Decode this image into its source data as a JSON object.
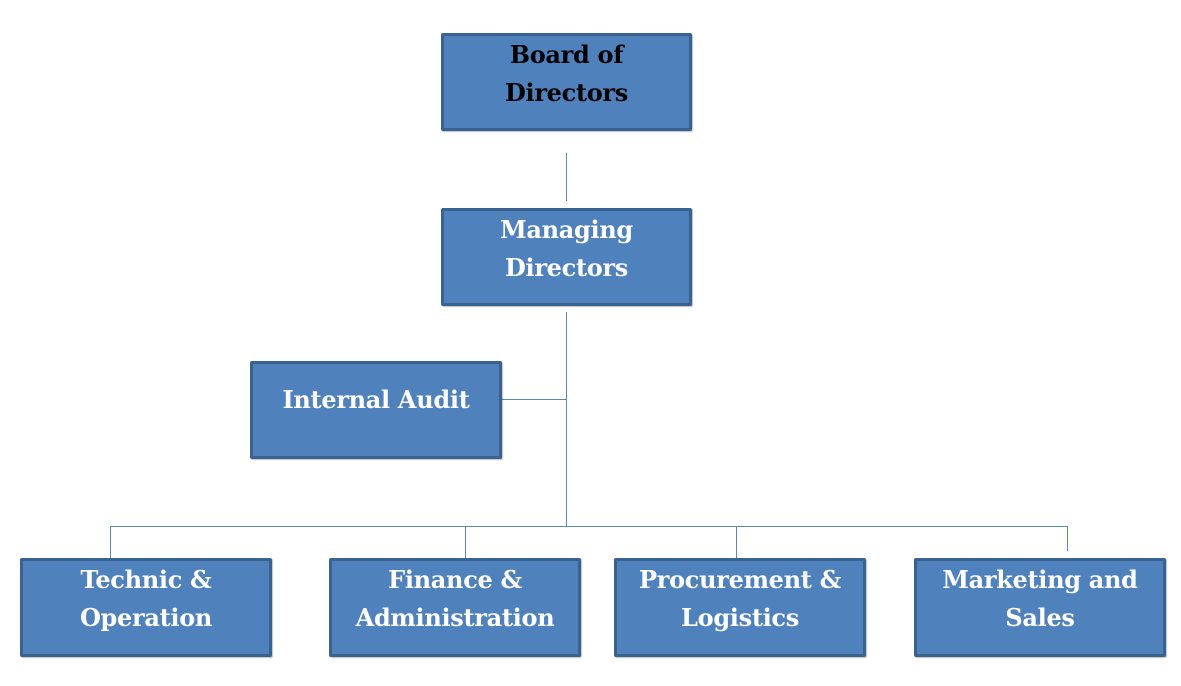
{
  "diagram": {
    "type": "org-chart",
    "colors": {
      "box_fill": "#4f81bd",
      "box_border": "#3a6290",
      "connector": "#5b87c2",
      "text_primary": "#ffffff",
      "text_top": "#000000"
    },
    "nodes": {
      "board": {
        "lines": [
          "Board of",
          "Directors"
        ]
      },
      "managing": {
        "lines": [
          "Managing",
          "Directors"
        ]
      },
      "audit": {
        "lines": [
          "Internal Audit"
        ]
      },
      "technic": {
        "lines": [
          "Technic &",
          "Operation"
        ]
      },
      "finance": {
        "lines": [
          "Finance &",
          "Administration"
        ]
      },
      "procurement": {
        "lines": [
          "Procurement &",
          "Logistics"
        ]
      },
      "marketing": {
        "lines": [
          "Marketing and",
          "Sales"
        ]
      }
    },
    "edges": [
      {
        "from": "board",
        "to": "managing"
      },
      {
        "from": "managing",
        "to": "audit"
      },
      {
        "from": "managing",
        "to": "technic"
      },
      {
        "from": "managing",
        "to": "finance"
      },
      {
        "from": "managing",
        "to": "procurement"
      },
      {
        "from": "managing",
        "to": "marketing"
      }
    ]
  }
}
